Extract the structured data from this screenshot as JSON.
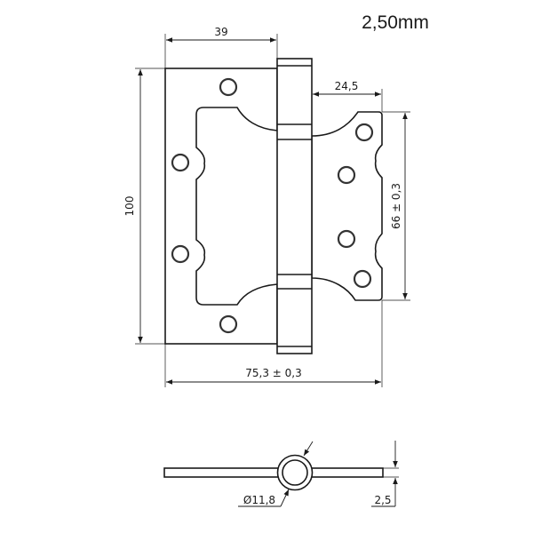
{
  "title": "2,50mm",
  "dimensions": {
    "leaf_width": "39",
    "height": "100",
    "right_leaf_width": "24,5",
    "right_leaf_height": "66 ± 0,3",
    "total_width": "75,3 ± 0,3",
    "knuckle_diameter": "Ø11,8",
    "thickness": "2,5"
  }
}
